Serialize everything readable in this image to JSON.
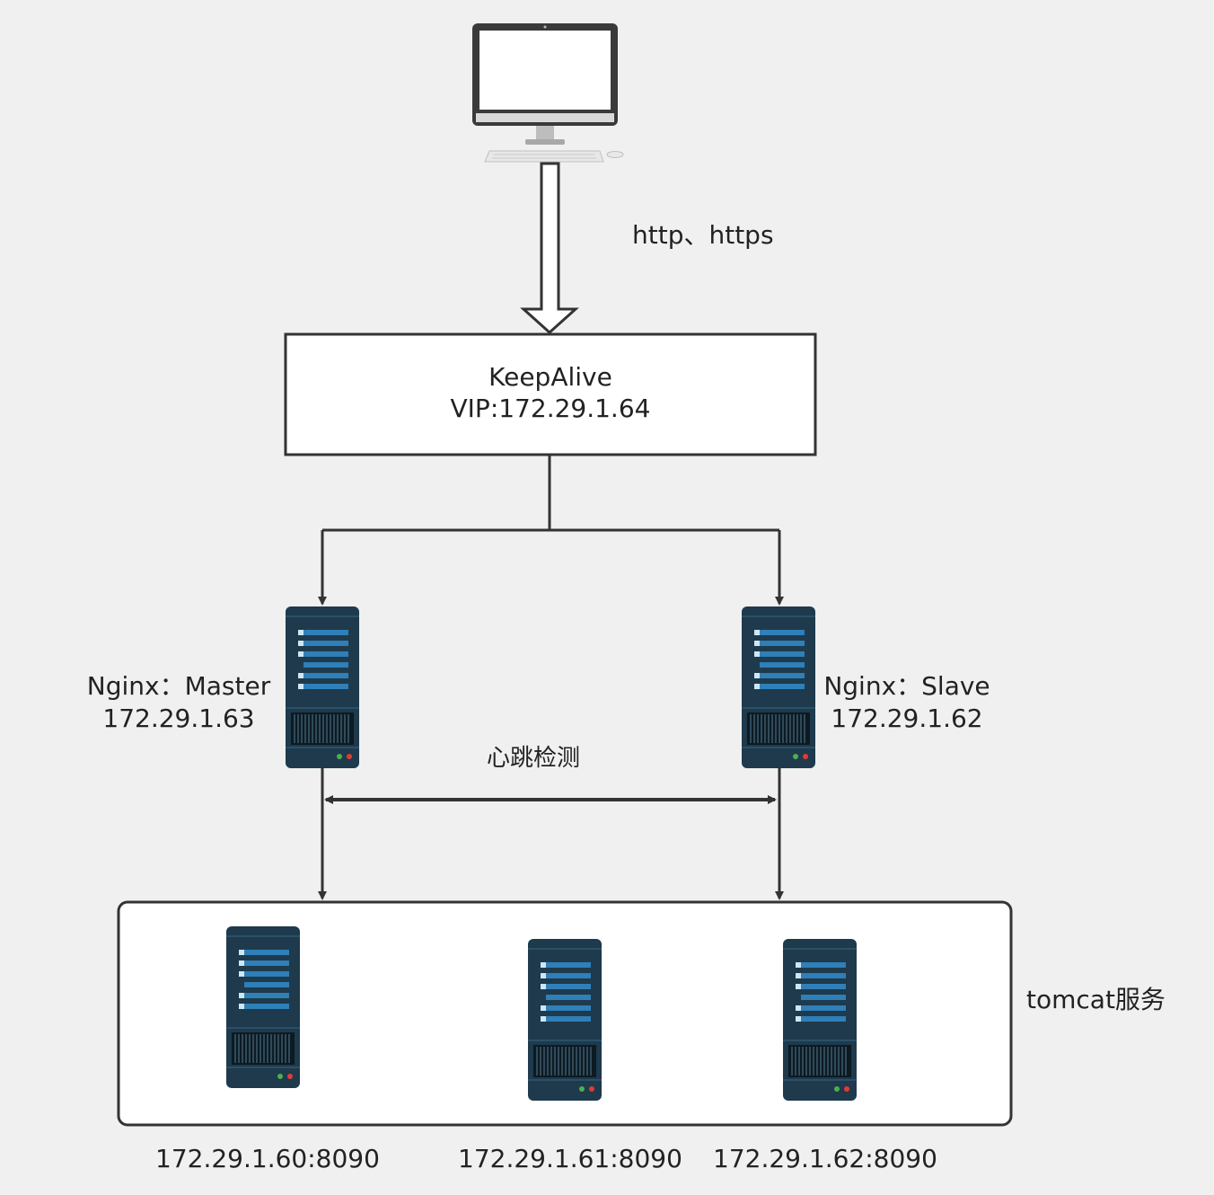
{
  "client": {
    "icon": "desktop-computer-icon"
  },
  "protocol_label": "http、https",
  "keepalive": {
    "name": "KeepAlive",
    "vip": "VIP:172.29.1.64"
  },
  "nginx_master": {
    "name": "Nginx：Master",
    "ip": "172.29.1.63",
    "icon": "server-icon"
  },
  "nginx_slave": {
    "name": "Nginx：Slave",
    "ip": "172.29.1.62",
    "icon": "server-icon"
  },
  "heartbeat_label": "心跳检测",
  "tomcat_group": {
    "label": "tomcat服务",
    "servers": [
      {
        "address": "172.29.1.60:8090",
        "icon": "server-icon"
      },
      {
        "address": "172.29.1.61:8090",
        "icon": "server-icon"
      },
      {
        "address": "172.29.1.62:8090",
        "icon": "server-icon"
      }
    ]
  },
  "colors": {
    "server_body": "#1e3a4c",
    "server_bar": "#2f7fb8",
    "line": "#333333",
    "box_fill": "#ffffff"
  }
}
